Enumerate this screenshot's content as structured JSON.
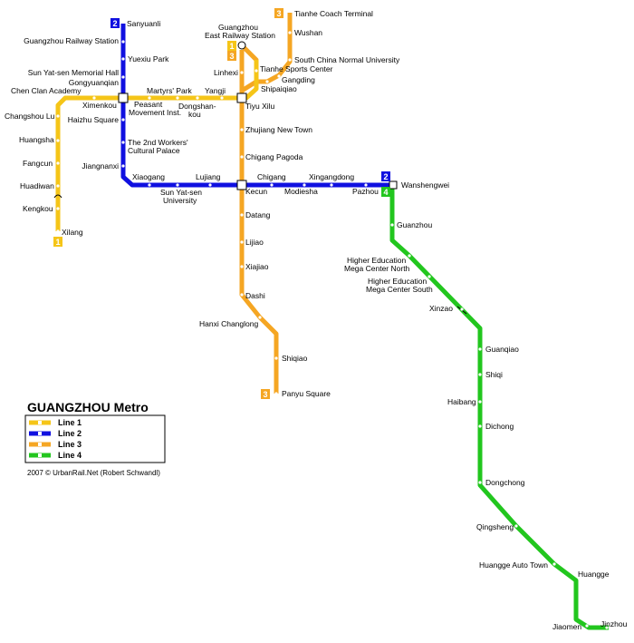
{
  "title": "GUANGZHOU Metro",
  "credit": "2007 © UrbanRail.Net (Robert Schwandl)",
  "legend": [
    {
      "id": "l1",
      "label": "Line 1",
      "color": "#f5c518"
    },
    {
      "id": "l2",
      "label": "Line 2",
      "color": "#1010e0"
    },
    {
      "id": "l3",
      "label": "Line 3",
      "color": "#f5a623"
    },
    {
      "id": "l4",
      "label": "Line 4",
      "color": "#22c61e"
    }
  ],
  "lines": [
    {
      "id": "l1",
      "color": "#f5c518"
    },
    {
      "id": "l2",
      "color": "#1010e0"
    },
    {
      "id": "l3",
      "color": "#f5a623"
    },
    {
      "id": "l4",
      "color": "#22c61e"
    }
  ],
  "badges": [
    {
      "text": "2",
      "color": "#1010e0"
    },
    {
      "text": "1",
      "color": "#f5c518"
    },
    {
      "text": "3",
      "color": "#f5a623"
    },
    {
      "text": "3",
      "color": "#f5a623"
    },
    {
      "text": "1",
      "color": "#f5c518"
    },
    {
      "text": "2",
      "color": "#1010e0"
    },
    {
      "text": "4",
      "color": "#22c61e"
    },
    {
      "text": "3",
      "color": "#f5a623"
    },
    {
      "text": "3",
      "color": "#f5a623"
    }
  ],
  "stations": [
    "Sanyuanli",
    "Guangzhou Railway Station",
    "Yuexiu Park",
    "Sun Yat-sen Memorial Hall",
    "Gongyuanqian",
    "Chen Clan Academy",
    "Ximenkou",
    "Martyrs' Park",
    "Yangji",
    "Peasant",
    "Movement Inst.",
    "Dongshan-",
    "kou",
    "Changshou Lu",
    "Haizhu Square",
    "Huangsha",
    "The 2nd Workers'",
    "Cultural Palace",
    "Fangcun",
    "Jiangnanxi",
    "Huadiwan",
    "Kengkou",
    "Xilang",
    "Guangzhou",
    "East Railway Station",
    "Tianhe Coach Terminal",
    "Wushan",
    "South China Normal University",
    "Linhexi",
    "Tianhe Sports Center",
    "Gangding",
    "Shipaiqiao",
    "Tiyu Xilu",
    "Zhujiang New Town",
    "Chigang Pagoda",
    "Xiaogang",
    "Lujiang",
    "Chigang",
    "Xingangdong",
    "Sun Yat-sen",
    "University",
    "Kecun",
    "Modiesha",
    "Pazhou",
    "Wanshengwei",
    "Datang",
    "Lijiao",
    "Xiajiao",
    "Dashi",
    "Hanxi Changlong",
    "Shiqiao",
    "Panyu Square",
    "Guanzhou",
    "Higher Education",
    "Mega Center North",
    "Higher Education",
    "Mega Center South",
    "Xinzao",
    "Guanqiao",
    "Shiqi",
    "Haibang",
    "Dichong",
    "Dongchong",
    "Qingsheng",
    "Huangge Auto Town",
    "Huangge",
    "Jiaomen",
    "Jinzhou"
  ]
}
